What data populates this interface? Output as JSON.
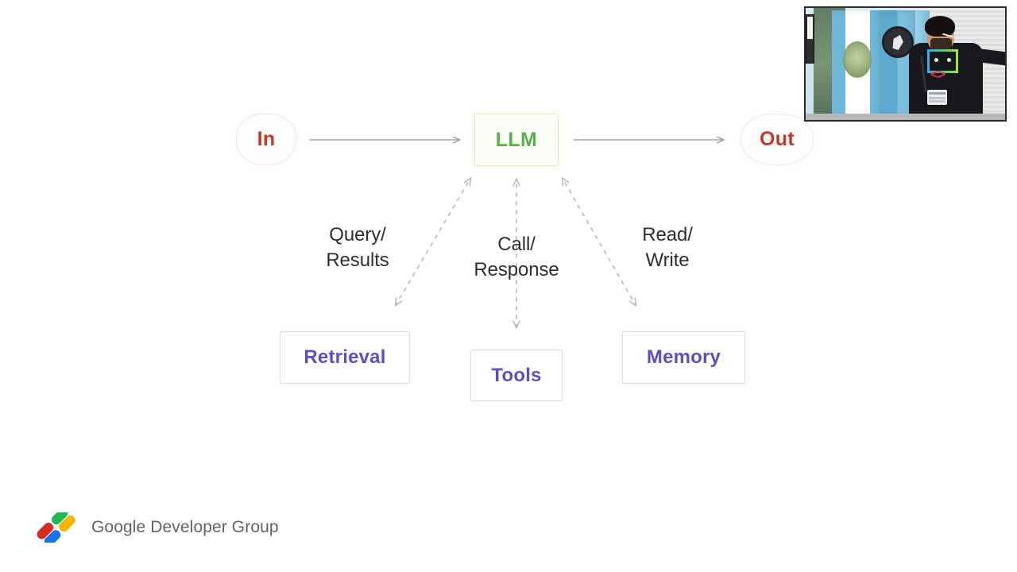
{
  "slide": {
    "title_text": "",
    "background": "#ffffff",
    "diagram": {
      "nodes": [
        {
          "id": "in",
          "label": "In",
          "shape": "circle",
          "text_color": "#c0392b",
          "border_color": "#f3e4dc"
        },
        {
          "id": "llm",
          "label": "LLM",
          "shape": "rect",
          "text_color": "#57b14b",
          "border_color": "#d9ecc4"
        },
        {
          "id": "out",
          "label": "Out",
          "shape": "circle",
          "text_color": "#c0392b",
          "border_color": "#f3e6dd"
        },
        {
          "id": "retrieval",
          "label": "Retrieval",
          "shape": "rect",
          "text_color": "#5b50bf",
          "border_color": "#dcdce8"
        },
        {
          "id": "tools",
          "label": "Tools",
          "shape": "rect",
          "text_color": "#5b50bf",
          "border_color": "#dcdce8"
        },
        {
          "id": "memory",
          "label": "Memory",
          "shape": "rect",
          "text_color": "#5b50bf",
          "border_color": "#dcdce8"
        }
      ],
      "edges": [
        {
          "id": "in-llm",
          "from": "in",
          "to": "llm",
          "style": "solid",
          "label": "",
          "arrow": "single"
        },
        {
          "id": "llm-out",
          "from": "llm",
          "to": "out",
          "style": "solid",
          "label": "",
          "arrow": "single"
        },
        {
          "id": "llm-retrieval",
          "from": "llm",
          "to": "retrieval",
          "style": "dashed",
          "label": "Query/\nResults",
          "arrow": "double"
        },
        {
          "id": "llm-tools",
          "from": "llm",
          "to": "tools",
          "style": "dashed",
          "label": "Call/\nResponse",
          "arrow": "double"
        },
        {
          "id": "llm-memory",
          "from": "llm",
          "to": "memory",
          "style": "dashed",
          "label": "Read/\nWrite",
          "arrow": "double"
        }
      ],
      "edge_color": "#a8a8a8"
    }
  },
  "footer": {
    "logo_text": "Google Developer Group",
    "logo_colors": {
      "red": "#d62d20",
      "blue": "#1a73e8",
      "green": "#1db954",
      "yellow": "#f4b400"
    }
  },
  "webcam": {
    "present": true,
    "description": "speaker-video-overlay"
  }
}
